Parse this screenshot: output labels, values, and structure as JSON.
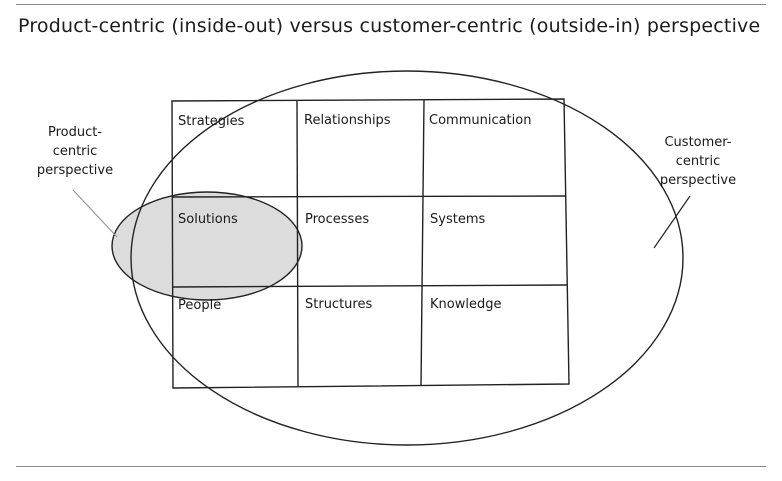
{
  "title": "Product-centric (inside-out) versus customer-centric (outside-in) perspective",
  "grid": {
    "rows": [
      [
        "Strategies",
        "Relationships",
        "Communication"
      ],
      [
        "Solutions",
        "Processes",
        "Systems"
      ],
      [
        "People",
        "Structures",
        "Knowledge"
      ]
    ]
  },
  "labels": {
    "product": [
      "Product-",
      "centric",
      "perspective"
    ],
    "customer": [
      "Customer-",
      "centric",
      "perspective"
    ]
  },
  "colors": {
    "line": "#222222",
    "product_fill": "#dcdcdc",
    "rule": "#888888"
  }
}
